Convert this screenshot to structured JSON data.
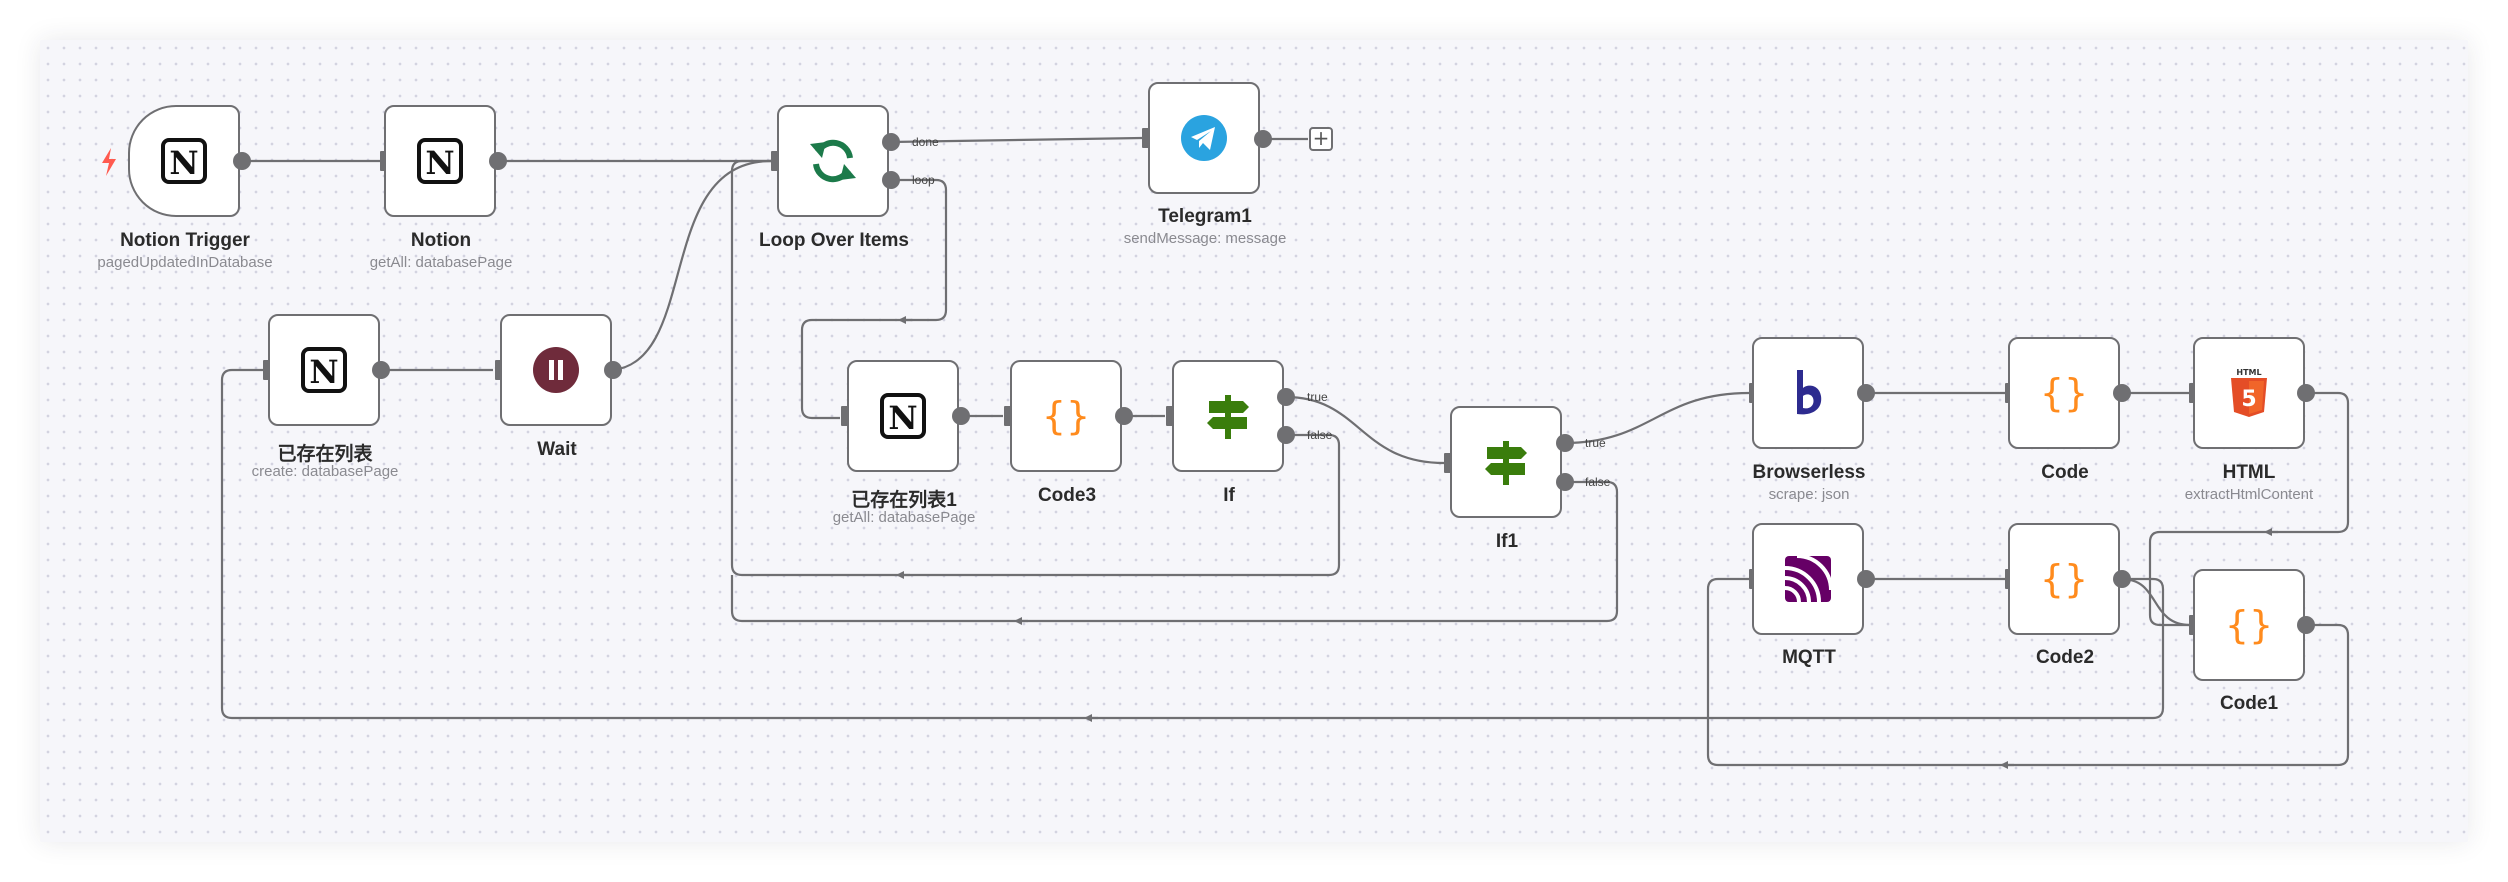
{
  "workflow": {
    "nodes": [
      {
        "id": "notion-trigger",
        "name": "Notion Trigger",
        "subtitle": "pagedUpdatedInDatabase",
        "icon": "notion-icon"
      },
      {
        "id": "notion",
        "name": "Notion",
        "subtitle": "getAll: databasePage",
        "icon": "notion-icon"
      },
      {
        "id": "loop",
        "name": "Loop Over Items",
        "subtitle": "",
        "icon": "loop-icon"
      },
      {
        "id": "telegram1",
        "name": "Telegram1",
        "subtitle": "sendMessage: message",
        "icon": "telegram-icon"
      },
      {
        "id": "existing-list",
        "name": "已存在列表",
        "subtitle": "create: databasePage",
        "icon": "notion-icon"
      },
      {
        "id": "wait",
        "name": "Wait",
        "subtitle": "",
        "icon": "pause-icon"
      },
      {
        "id": "existing-list1",
        "name": "已存在列表1",
        "subtitle": "getAll: databasePage",
        "icon": "notion-icon"
      },
      {
        "id": "code3",
        "name": "Code3",
        "subtitle": "",
        "icon": "code-braces-icon"
      },
      {
        "id": "if",
        "name": "If",
        "subtitle": "",
        "icon": "signpost-icon"
      },
      {
        "id": "if1",
        "name": "If1",
        "subtitle": "",
        "icon": "signpost-icon"
      },
      {
        "id": "browserless",
        "name": "Browserless",
        "subtitle": "scrape: json",
        "icon": "browserless-icon"
      },
      {
        "id": "code",
        "name": "Code",
        "subtitle": "",
        "icon": "code-braces-icon"
      },
      {
        "id": "html",
        "name": "HTML",
        "subtitle": "extractHtmlContent",
        "icon": "html5-icon"
      },
      {
        "id": "mqtt",
        "name": "MQTT",
        "subtitle": "",
        "icon": "mqtt-icon"
      },
      {
        "id": "code2",
        "name": "Code2",
        "subtitle": "",
        "icon": "code-braces-icon"
      },
      {
        "id": "code1",
        "name": "Code1",
        "subtitle": "",
        "icon": "code-braces-icon"
      }
    ],
    "port_labels": {
      "loop_done": "done",
      "loop_loop": "loop",
      "if_true": "true",
      "if_false": "false",
      "if1_true": "true",
      "if1_false": "false"
    },
    "add_node_symbol": "+"
  },
  "colors": {
    "edge": "#6f6f72",
    "canvas": "#f6f6fa",
    "trigger_bolt": "#ff5a4f",
    "loop_green": "#1c7a4a",
    "telegram_blue": "#2aa3e0",
    "wait_maroon": "#6f2b3b",
    "if_green": "#3a7d0c",
    "code_orange": "#ff8b1d",
    "browserless_blue": "#2d2b8f",
    "html_orange": "#e44d26",
    "mqtt_purple": "#660066"
  }
}
